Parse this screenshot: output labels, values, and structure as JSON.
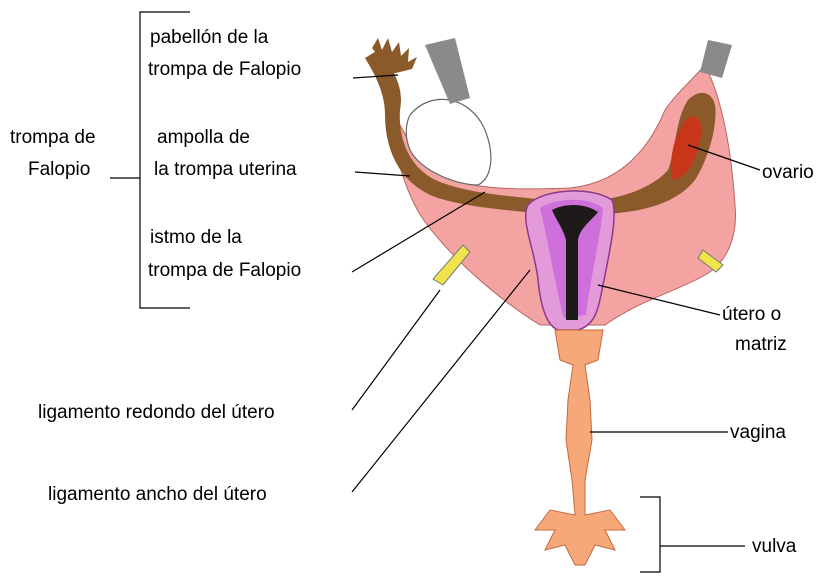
{
  "colors": {
    "ligament": "#f4a3a3",
    "ligament_stroke": "#b76464",
    "tube": "#8a5a2b",
    "uterus_outer": "#e39ad9",
    "uterus_inner": "#cf6fdc",
    "cavity": "#1e1a1a",
    "vagina": "#f7a878",
    "ovary": "#c8361a",
    "round_ligament": "#f0e34b",
    "clamp": "#8a8a8a"
  },
  "labels": {
    "pabellon_1": "pabellón de la",
    "pabellon_2": "trompa de Falopio",
    "trompa_1": "trompa de",
    "trompa_2": "Falopio",
    "ampolla_1": "ampolla de",
    "ampolla_2": "la  trompa uterina",
    "istmo_1": "istmo de la",
    "istmo_2": "trompa de Falopio",
    "lig_redondo": "ligamento redondo del útero",
    "lig_ancho": "ligamento ancho del útero",
    "ovario": "ovario",
    "utero_1": "útero o",
    "utero_2": "matriz",
    "vagina": "vagina",
    "vulva": "vulva"
  }
}
